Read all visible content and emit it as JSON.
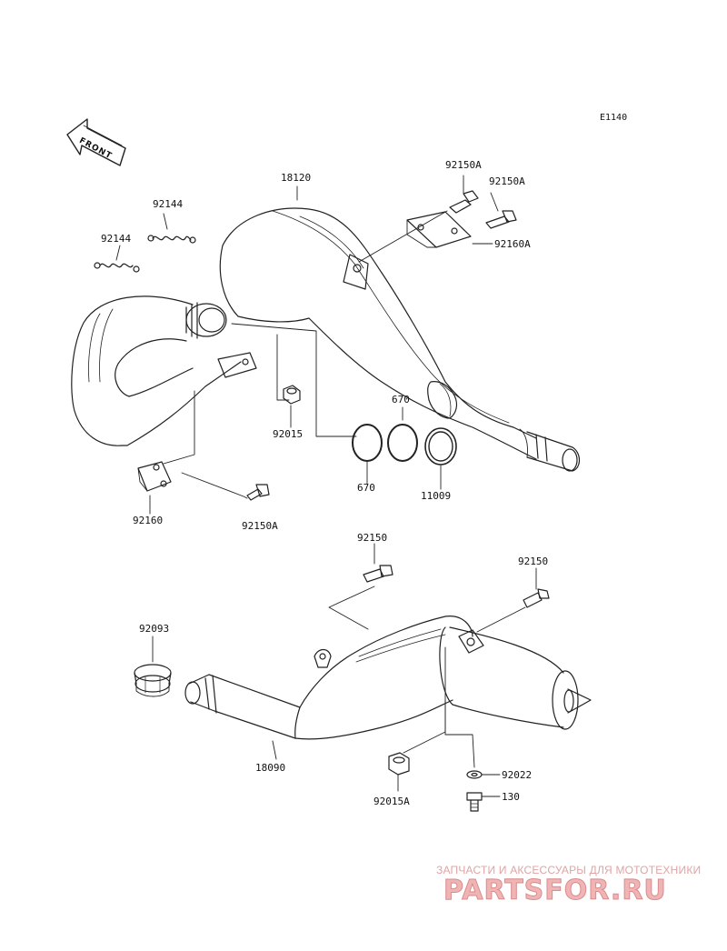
{
  "diagram": {
    "code": "E1140",
    "front_label": "FRONT",
    "parts": {
      "p18120": "18120",
      "p92150A_1": "92150A",
      "p92150A_2": "92150A",
      "p92160A": "92160A",
      "p92144_1": "92144",
      "p92144_2": "92144",
      "p670_1": "670",
      "p670_2": "670",
      "p92015": "92015",
      "p11009": "11009",
      "p92160": "92160",
      "p92150A_3": "92150A",
      "p92150_1": "92150",
      "p92150_2": "92150",
      "p92093": "92093",
      "p18090": "18090",
      "p92022": "92022",
      "p92015A": "92015A",
      "p130": "130"
    }
  },
  "watermark": {
    "tagline": "ЗАПЧАСТИ И АКСЕССУАРЫ ДЛЯ МОТОТЕХНИКИ",
    "logo": "PARTSFOR.RU",
    "color": "#e8a0a0"
  }
}
